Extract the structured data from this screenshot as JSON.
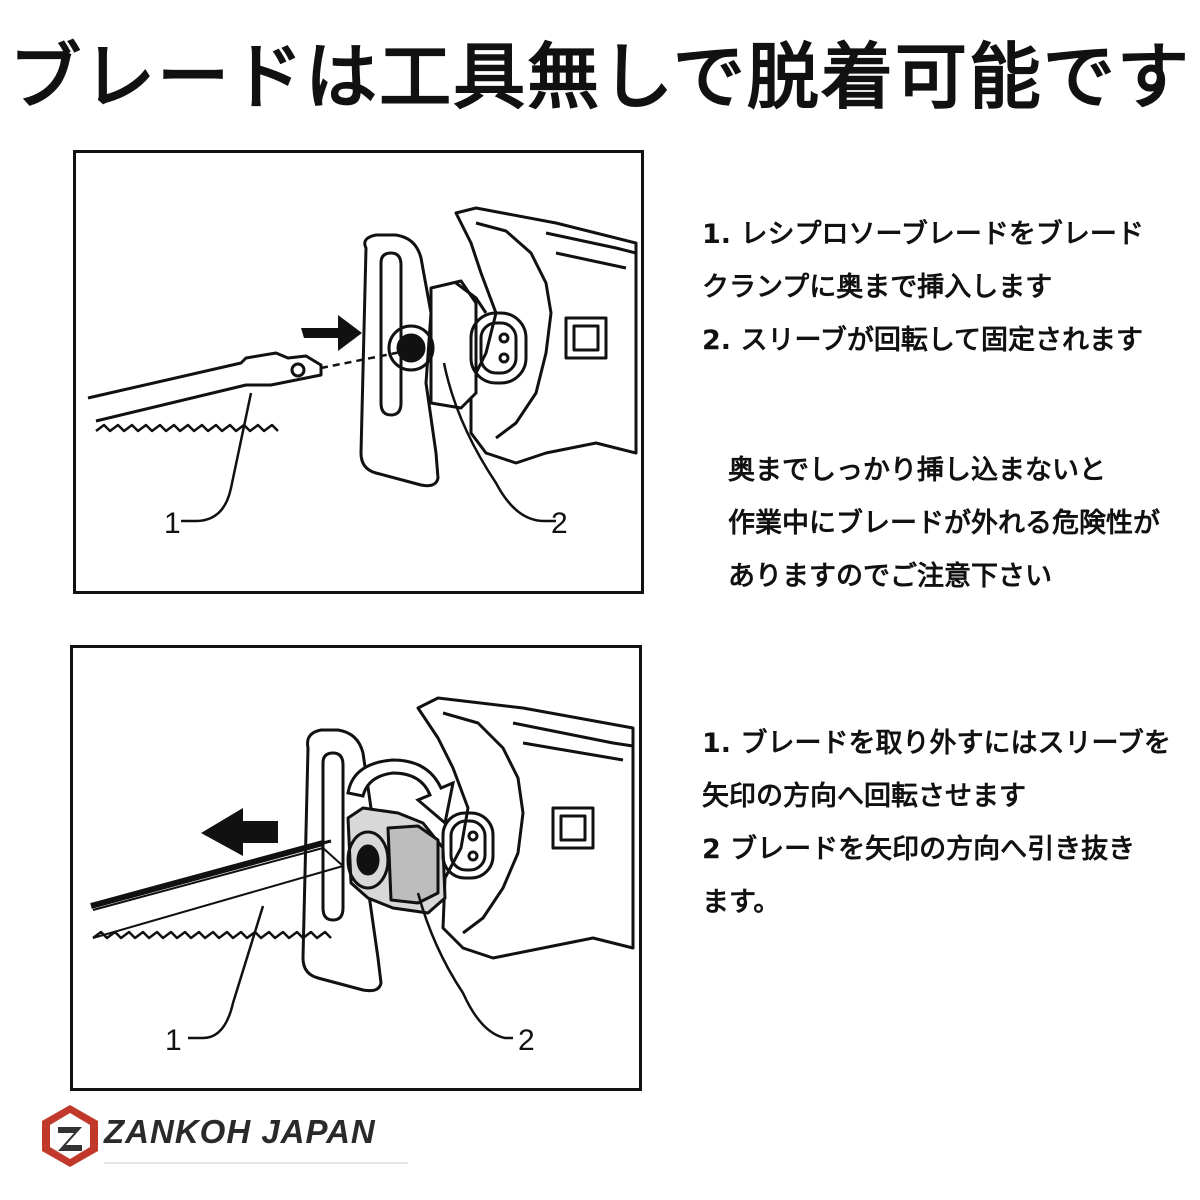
{
  "title": "ブレードは工具無しで脱着可能です",
  "panel1": {
    "callouts": [
      "1",
      "2"
    ]
  },
  "steps1": [
    "1. レシプロソーブレードをブレード",
    "クランプに奥まで挿入します",
    "2. スリーブが回転して固定されます"
  ],
  "warning": [
    "奥までしっかり挿し込まないと",
    "作業中にブレードが外れる危険性が",
    "ありますのでご注意下さい"
  ],
  "panel2": {
    "callouts": [
      "1",
      "2"
    ]
  },
  "steps2": [
    "1. ブレードを取り外すにはスリーブを",
    "矢印の方向へ回転させます",
    "2 ブレードを矢印の方向へ引き抜き",
    "ます。"
  ],
  "logo": {
    "text": "ZANKOH JAPAN",
    "colors": {
      "red": "#c0392b",
      "dark": "#333333"
    }
  }
}
